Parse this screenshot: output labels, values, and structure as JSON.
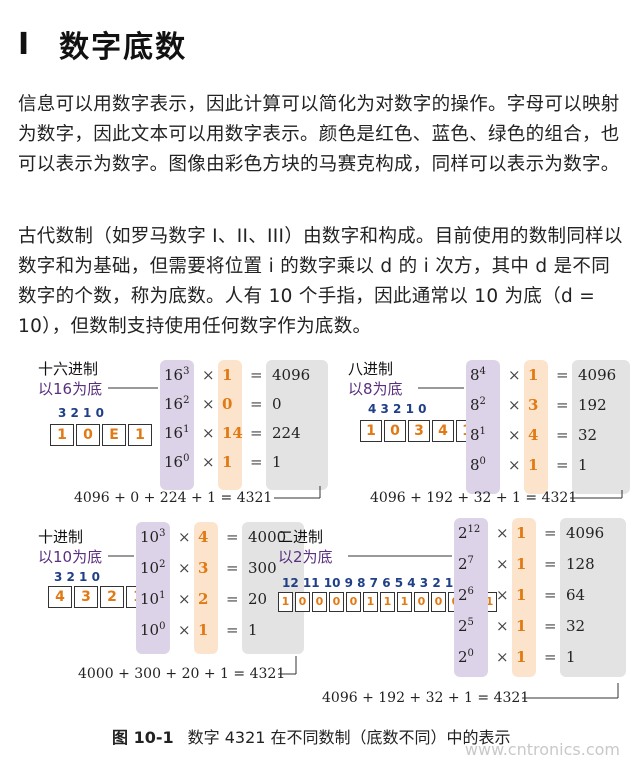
{
  "heading": {
    "number": "I",
    "title": "数字底数"
  },
  "paragraphs": [
    "信息可以用数字表示，因此计算可以简化为对数字的操作。字母可以映射为数字，因此文本可以用数字表示。颜色是红色、蓝色、绿色的组合，也可以表示为数字。图像由彩色方块的马赛克构成，同样可以表示为数字。",
    "古代数制（如罗马数字 I、II、III）由数字和构成。目前使用的数制同样以数字和为基础，但需要将位置 i 的数字乘以 d 的 i 次方，其中 d 是不同数字的个数，称为底数。人有 10 个手指，因此通常以 10 为底（d = 10），但数制支持使用任何数字作为底数。"
  ],
  "panels": [
    {
      "name": "十六进制",
      "base_label": "以16为底",
      "index_label": "3  2  1  0",
      "digits": [
        "1",
        "0",
        "E",
        "1"
      ],
      "rows": [
        {
          "base": "16",
          "exp": "3",
          "factor": "1",
          "result": "4096"
        },
        {
          "base": "16",
          "exp": "2",
          "factor": "0",
          "result": "0"
        },
        {
          "base": "16",
          "exp": "1",
          "factor": "14",
          "result": "224"
        },
        {
          "base": "16",
          "exp": "0",
          "factor": "1",
          "result": "1"
        }
      ],
      "sum": "4096 + 0 + 224 + 1 = 4321"
    },
    {
      "name": "八进制",
      "base_label": "以8为底",
      "index_label": "4  3  2  1  0",
      "digits": [
        "1",
        "0",
        "3",
        "4",
        "1"
      ],
      "rows": [
        {
          "base": "8",
          "exp": "4",
          "factor": "1",
          "result": "4096"
        },
        {
          "base": "8",
          "exp": "2",
          "factor": "3",
          "result": "192"
        },
        {
          "base": "8",
          "exp": "1",
          "factor": "4",
          "result": "32"
        },
        {
          "base": "8",
          "exp": "0",
          "factor": "1",
          "result": "1"
        }
      ],
      "sum": "4096 + 192 + 32 + 1 = 4321"
    },
    {
      "name": "十进制",
      "base_label": "以10为底",
      "index_label": "3  2  1  0",
      "digits": [
        "4",
        "3",
        "2",
        "1"
      ],
      "rows": [
        {
          "base": "10",
          "exp": "3",
          "factor": "4",
          "result": "4000"
        },
        {
          "base": "10",
          "exp": "2",
          "factor": "3",
          "result": "300"
        },
        {
          "base": "10",
          "exp": "1",
          "factor": "2",
          "result": "20"
        },
        {
          "base": "10",
          "exp": "0",
          "factor": "1",
          "result": "1"
        }
      ],
      "sum": "4000 + 300 + 20 + 1 = 4321"
    },
    {
      "name": "二进制",
      "base_label": "以2为底",
      "index_label": "12 11 10 9  8  7  6  5  4  3  2  1  0",
      "digits": [
        "1",
        "0",
        "0",
        "0",
        "0",
        "1",
        "1",
        "1",
        "0",
        "0",
        "0",
        "0",
        "1"
      ],
      "rows": [
        {
          "base": "2",
          "exp": "12",
          "factor": "1",
          "result": "4096"
        },
        {
          "base": "2",
          "exp": "7",
          "factor": "1",
          "result": "128"
        },
        {
          "base": "2",
          "exp": "6",
          "factor": "1",
          "result": "64"
        },
        {
          "base": "2",
          "exp": "5",
          "factor": "1",
          "result": "32"
        },
        {
          "base": "2",
          "exp": "0",
          "factor": "1",
          "result": "1"
        }
      ],
      "sum": "4096 + 192 + 32 + 1 = 4321"
    }
  ],
  "caption": {
    "figure": "图 10-1",
    "text": "数字 4321 在不同数制（底数不同）中的表示"
  },
  "watermark": "www.cntronics.com"
}
